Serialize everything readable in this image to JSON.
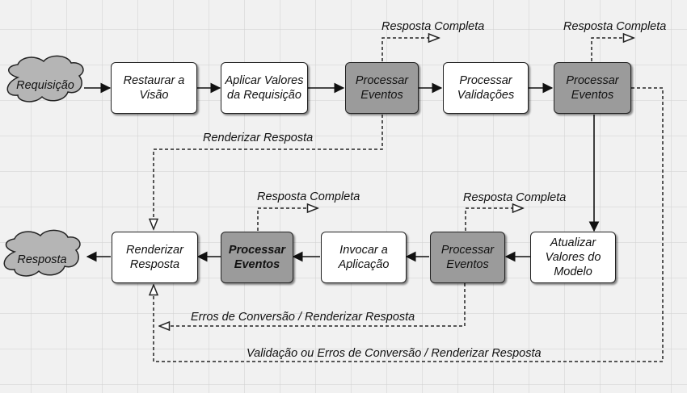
{
  "diagram": {
    "start": "Requisição",
    "end": "Resposta",
    "phases": {
      "restaurar": "Restaurar a\nVisão",
      "aplicar": "Aplicar Valores\nda Requisição",
      "eventos1": "Processar\nEventos",
      "validacoes": "Processar\nValidações",
      "eventos2": "Processar\nEventos",
      "atualizar": "Atualizar\nValores do\nModelo",
      "eventos3": "Processar\nEventos",
      "invocar": "Invocar a\nAplicação",
      "eventos4": "Processar\nEventos",
      "renderizar": "Renderizar\nResposta"
    },
    "labels": {
      "resposta_completa_1": "Resposta Completa",
      "resposta_completa_2": "Resposta Completa",
      "resposta_completa_3": "Resposta Completa",
      "resposta_completa_4": "Resposta Completa",
      "renderizar_resposta": "Renderizar Resposta",
      "erros_conversao": "Erros de Conversão / Renderizar Resposta",
      "validacao_erros": "Validação ou Erros de Conversão / Renderizar Resposta"
    },
    "colors": {
      "phase_fill": "#ffffff",
      "event_fill": "#9b9b9b",
      "cloud_fill": "#b5b5b5",
      "grid_line": "#cfcfcf",
      "background": "#f1f1f1"
    }
  }
}
